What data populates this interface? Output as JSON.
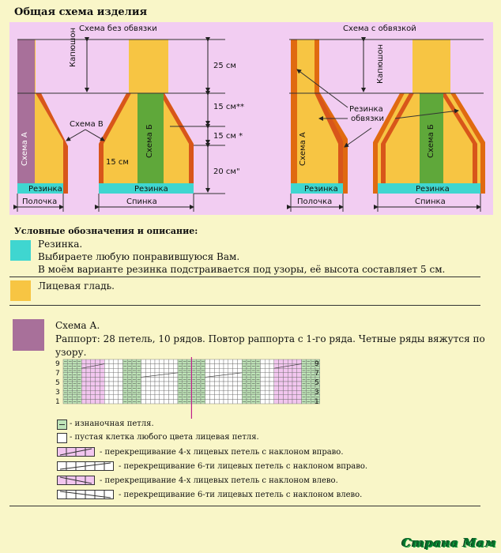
{
  "title": "Общая схема изделия",
  "diagrams": {
    "left_caption": "Схема без обвязки",
    "right_caption": "Схема с обвязкой",
    "hood": "Капюшон",
    "scheme_a": "Схема А",
    "scheme_b": "Схема Б",
    "scheme_v": "Схема В",
    "rib": "Резинка",
    "front": "Полочка",
    "back": "Спинка",
    "m25": "25 см",
    "m15a": "15 см**",
    "m15b": "15 см *",
    "m20": "20 см\"",
    "m15side": "15 см",
    "trim_label_1": "Резинка",
    "trim_label_2": "обвязки"
  },
  "legend": {
    "heading": "Условные обозначения и описание:",
    "rib_title": "Резинка.",
    "rib_line1": "Выбираете любую понравившуюся Вам.",
    "rib_line2": "В моём варианте резинка подстраивается под узоры, её высота составляет 5 см.",
    "stockinette": "Лицевая гладь.",
    "scheme_title": "Схема А.",
    "scheme_desc": "Раппорт: 28 петель, 10 рядов. Повтор раппорта с 1-го ряда. Четные ряды вяжутся по узору."
  },
  "chart_rows": [
    "9",
    "7",
    "5",
    "3",
    "1"
  ],
  "chart_legend": {
    "purl": "- изнаночная петля.",
    "knit": "- пустая клетка любого цвета лицевая петля.",
    "c4r": "- перекрещивание 4-х лицевых петель с наклоном вправо.",
    "c6r": "- перекрещивание 6-ти лицевых петель с наклоном вправо.",
    "c4l": "- перекрещивание 4-х лицевых петель с наклоном влево.",
    "c6l": "- перекрещивание 6-ти лицевых петель с наклоном влево."
  },
  "logo": "Страна Мам",
  "colors": {
    "background": "#f9f6c8",
    "diagram_bg": "#f2cdf2",
    "scheme_a": "#a8709a",
    "scheme_b": "#5fa83a",
    "rib": "#3fd6d0",
    "stockinette": "#f7c543",
    "scheme_v": "#d8561a",
    "trim": "#e06a10"
  }
}
